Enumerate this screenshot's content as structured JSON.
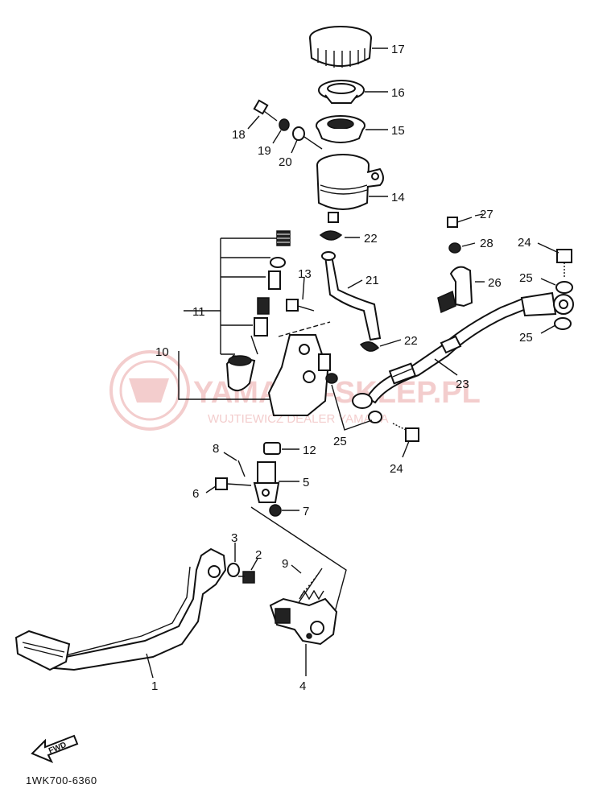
{
  "diagram_code": "1WK700-6360",
  "front_label": "FWD",
  "watermark": {
    "title": "YAMAHA-SKLEP.PL",
    "subtitle": "WUJTIEWICZ DEALER YAMAHA"
  },
  "callouts": [
    "1",
    "2",
    "3",
    "4",
    "5",
    "6",
    "7",
    "8",
    "9",
    "10",
    "11",
    "12",
    "13",
    "14",
    "15",
    "16",
    "17",
    "18",
    "19",
    "20",
    "21",
    "22",
    "22",
    "23",
    "24",
    "24",
    "25",
    "25",
    "25",
    "26",
    "27",
    "28"
  ],
  "colors": {
    "ink": "#111111",
    "watermark": "#f2c8c8"
  }
}
